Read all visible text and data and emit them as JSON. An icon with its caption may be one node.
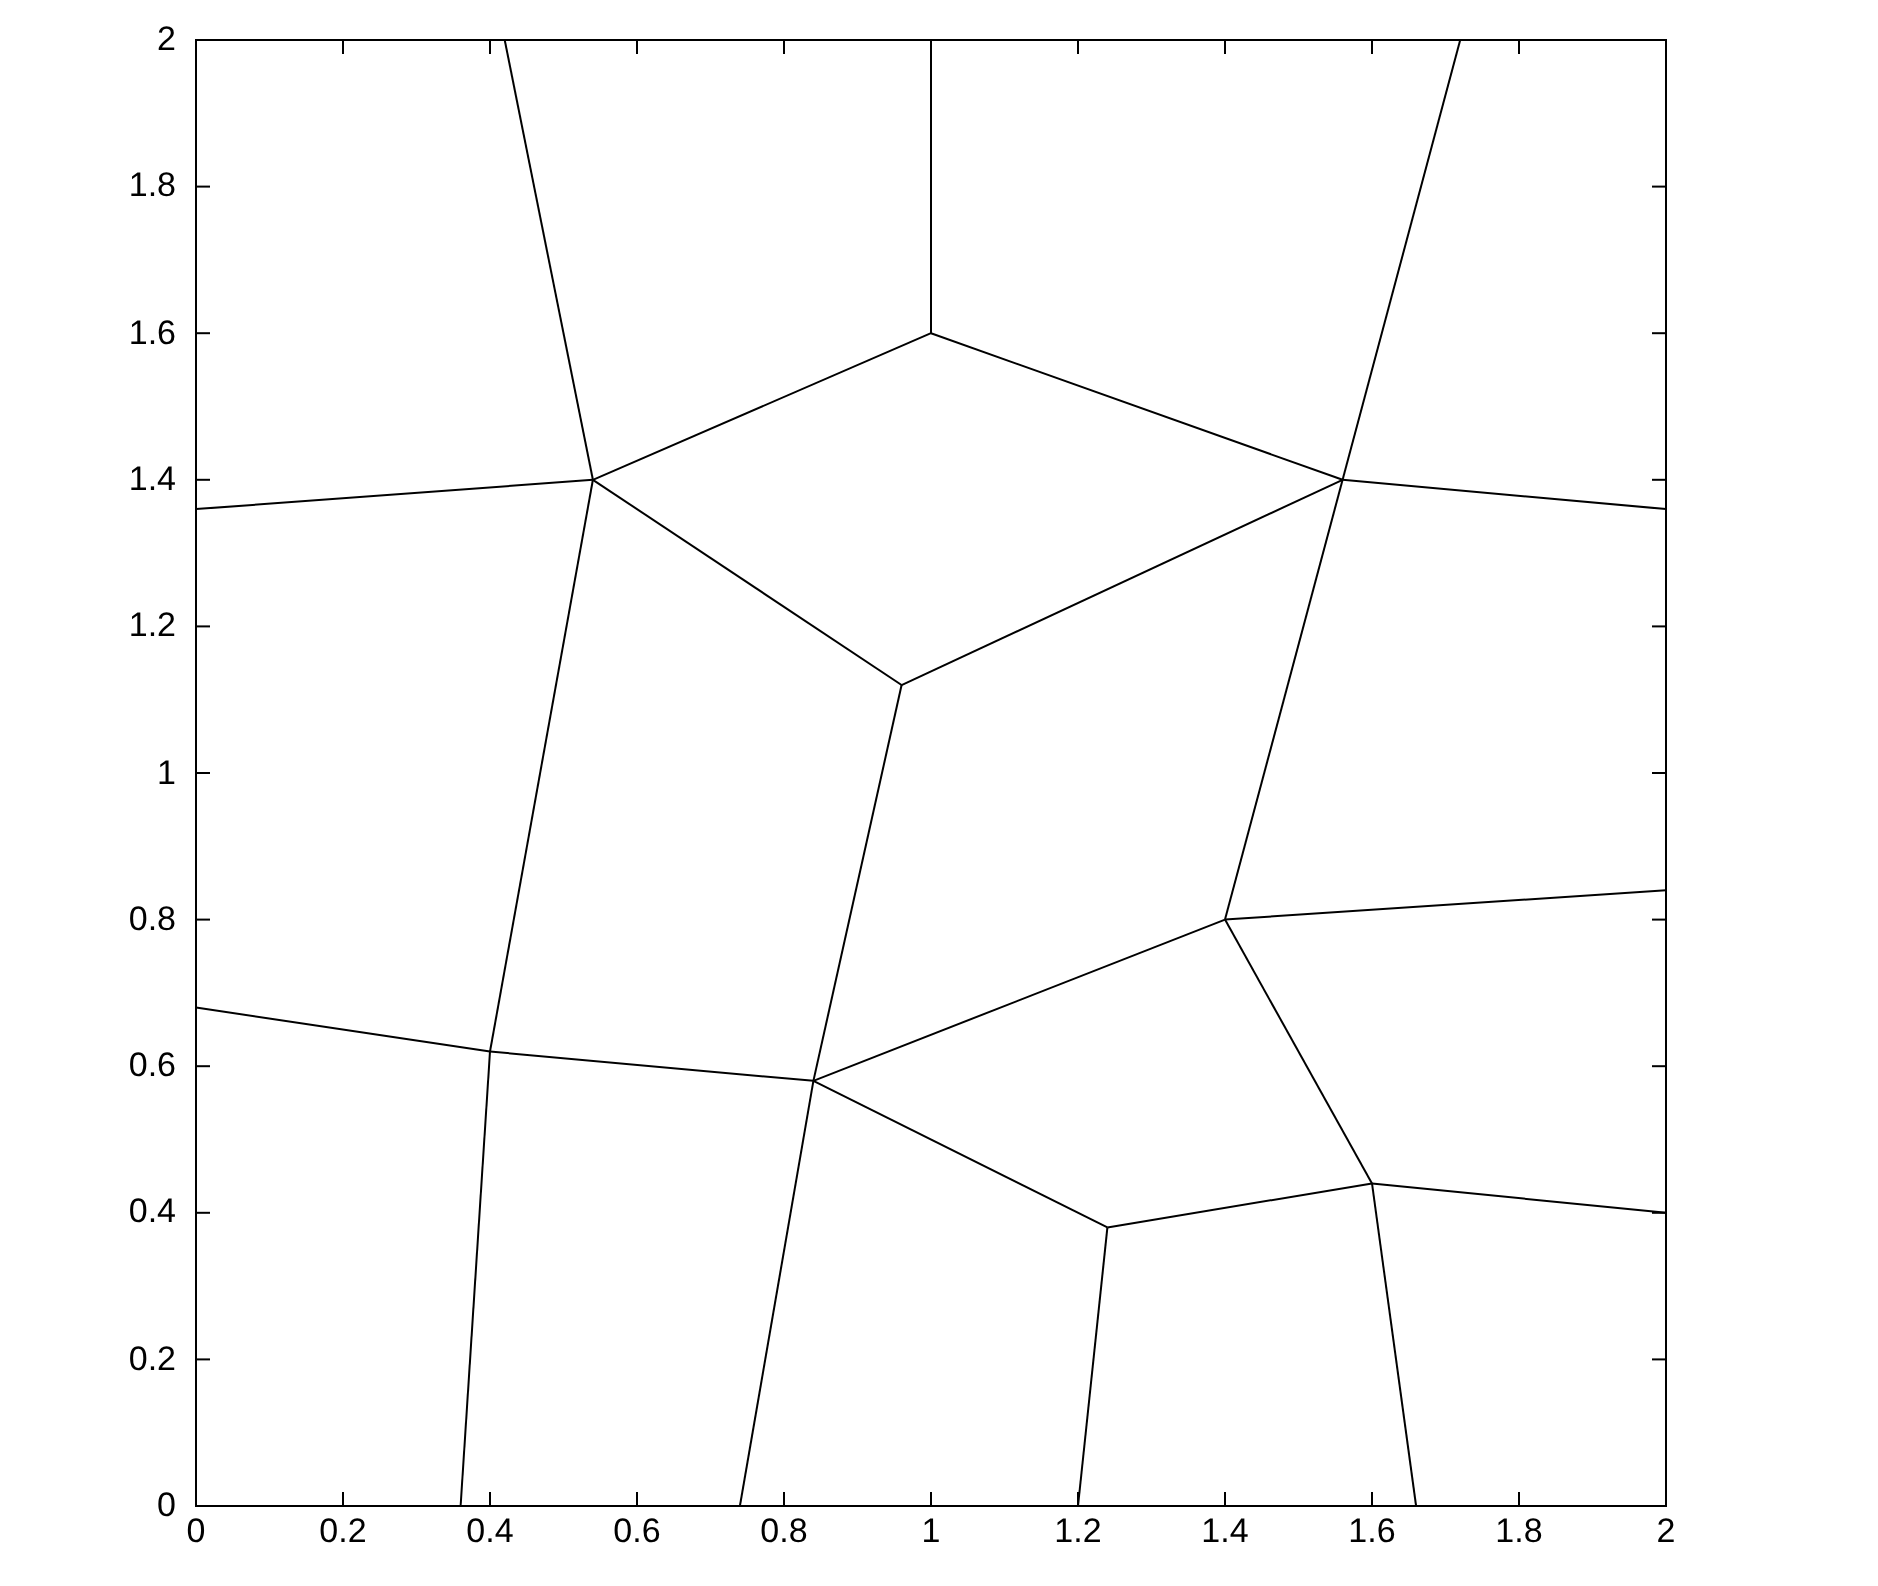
{
  "diagram": {
    "labels": [
      "2",
      "1.8",
      "1.6",
      "1.4",
      "1.2",
      "1",
      "0.8",
      "0.6",
      "0.4",
      "0.2",
      "0",
      "0",
      "0.2",
      "0.4",
      "0.6",
      "0.8",
      "1",
      "1.2",
      "1.4",
      "1.6",
      "1.8",
      "2"
    ]
  }
}
